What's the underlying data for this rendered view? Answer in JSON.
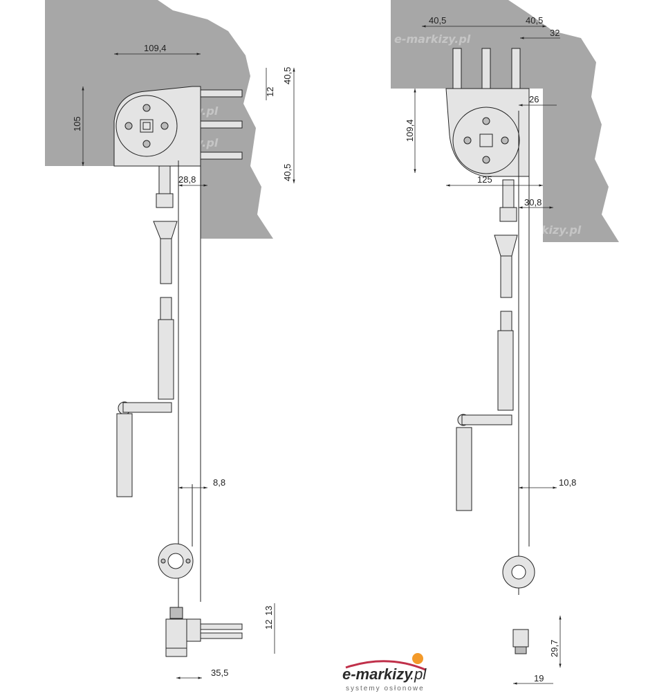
{
  "watermark": "e-markizy.pl",
  "left_drawing": {
    "dimensions": [
      "109,4",
      "12",
      "40,5",
      "105",
      "40,5",
      "28,8",
      "8,8",
      "12",
      "13",
      "35,5"
    ]
  },
  "right_drawing": {
    "dimensions": [
      "40,5",
      "40,5",
      "32",
      "26",
      "109,4",
      "125",
      "30,8",
      "10,8",
      "29,7",
      "19"
    ]
  },
  "logo": {
    "brand": "e-markizy",
    "tld": ".pl",
    "tagline": "systemy osłonowe",
    "colors": {
      "brand": "#2a2a2a",
      "arc": "#c0304a",
      "sun": "#f39a2a"
    }
  },
  "colors": {
    "wall": "#a7a7a7"
  }
}
